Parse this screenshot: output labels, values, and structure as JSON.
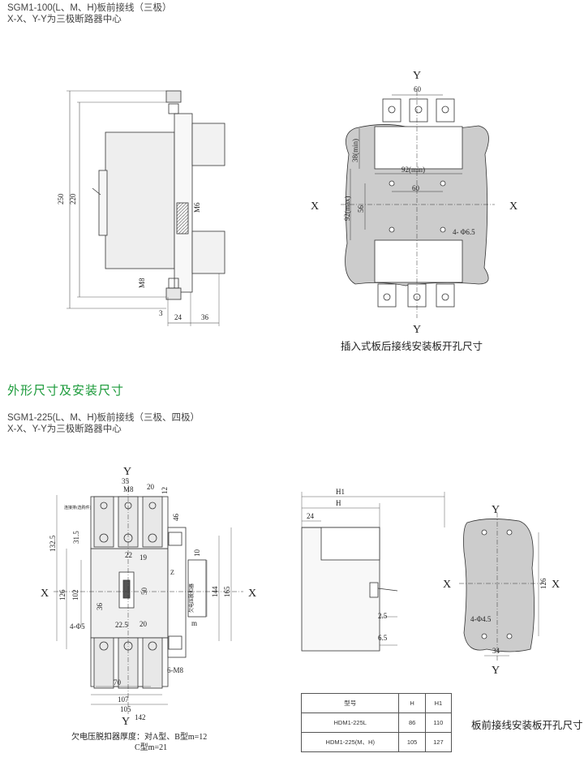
{
  "header1": {
    "line1": "SGM1-100(L、M、H)板前接线（三极）",
    "line2": "X-X、Y-Y为三极断路器中心"
  },
  "fig1": {
    "dims": [
      "250",
      "220",
      "M6",
      "M8",
      "3",
      "24",
      "36"
    ],
    "labels": {
      "y_top": "Y",
      "y_bottom": "Y",
      "x_left": "X",
      "x_right": "X"
    },
    "cut_dims": [
      "60",
      "38(min)",
      "92(min)",
      "60",
      "56",
      "92(max)",
      "4- Φ6.5"
    ],
    "caption": "插入式板后接线安装板开孔尺寸"
  },
  "section_title": "外形尺寸及安装尺寸",
  "header2": {
    "line1": "SGM1-225(L、M、H)板前接线（三极、四极）",
    "line2": "X-X、Y-Y为三极断路器中心"
  },
  "fig2": {
    "labels": {
      "y_top": "Y",
      "y_bottom": "Y",
      "x_left": "X",
      "x_right": "X"
    },
    "dims": [
      "35",
      "M8",
      "20",
      "12",
      "46",
      "132.5",
      "31.5",
      "22",
      "19",
      "10",
      "126",
      "102",
      "50",
      "144",
      "165",
      "36",
      "4-Φ5",
      "22.5",
      "20",
      "m",
      "6-M8",
      "70",
      "107",
      "105",
      "142"
    ],
    "annotations": [
      "连接排(选购件)",
      "欠电压脱扣器",
      "Z"
    ],
    "note_line1": "欠电压脱扣器厚度：对A型、B型m=12",
    "note_line2": "C型m=21"
  },
  "fig3": {
    "dims": [
      "H1",
      "H",
      "24",
      "2.5",
      "6.5"
    ]
  },
  "fig4": {
    "labels": {
      "y_top": "Y",
      "y_bottom": "Y",
      "x_left": "X",
      "x_right": "X"
    },
    "dims": [
      "126",
      "4-Φ4.5",
      "34"
    ],
    "caption": "板前接线安装板开孔尺寸"
  },
  "table": {
    "headers": [
      "型号",
      "H",
      "H1"
    ],
    "rows": [
      [
        "HDM1-225L",
        "86",
        "110"
      ],
      [
        "HDM1-225(M、H)",
        "105",
        "127"
      ]
    ]
  }
}
